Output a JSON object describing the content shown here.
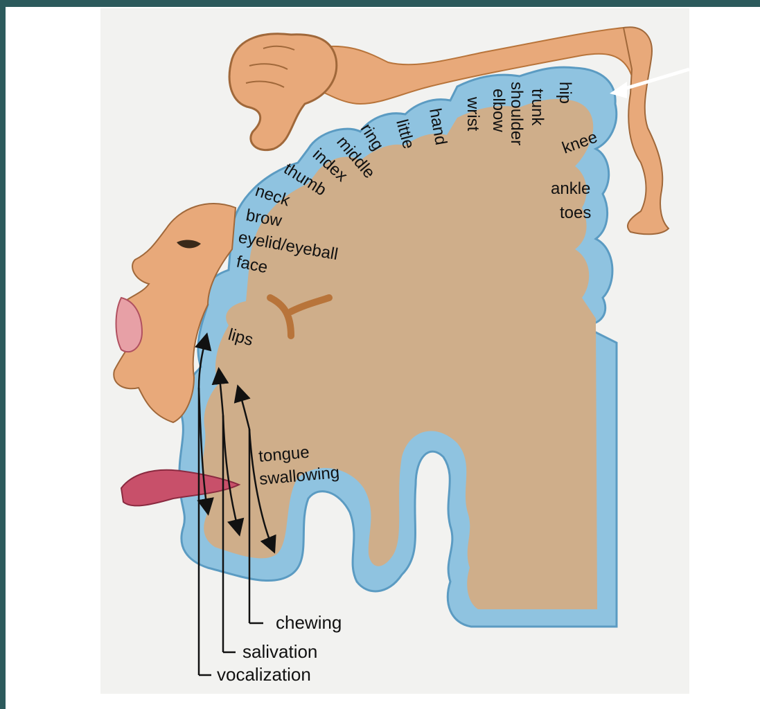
{
  "diagram": {
    "body_parts": {
      "hip": "hip",
      "trunk": "trunk",
      "shoulder": "shoulder",
      "elbow": "elbow",
      "wrist": "wrist",
      "hand": "hand",
      "little": "little",
      "ring": "ring",
      "middle": "middle",
      "index": "index",
      "thumb": "thumb",
      "neck": "neck",
      "brow": "brow",
      "eyelid_eyeball": "eyelid/eyeball",
      "face": "face",
      "lips": "lips",
      "knee": "knee",
      "ankle": "ankle",
      "toes": "toes",
      "tongue": "tongue",
      "swallowing": "swallowing"
    },
    "callouts": {
      "chewing": "chewing",
      "salivation": "salivation",
      "vocalization": "vocalization"
    },
    "colors": {
      "background": "#2c5a5c",
      "brain_matter": "#cfae8a",
      "cortex": "#8fc3e0",
      "cortex_outline": "#5b9bc2",
      "skin": "#e8a97a",
      "tongue": "#c8506a"
    }
  }
}
